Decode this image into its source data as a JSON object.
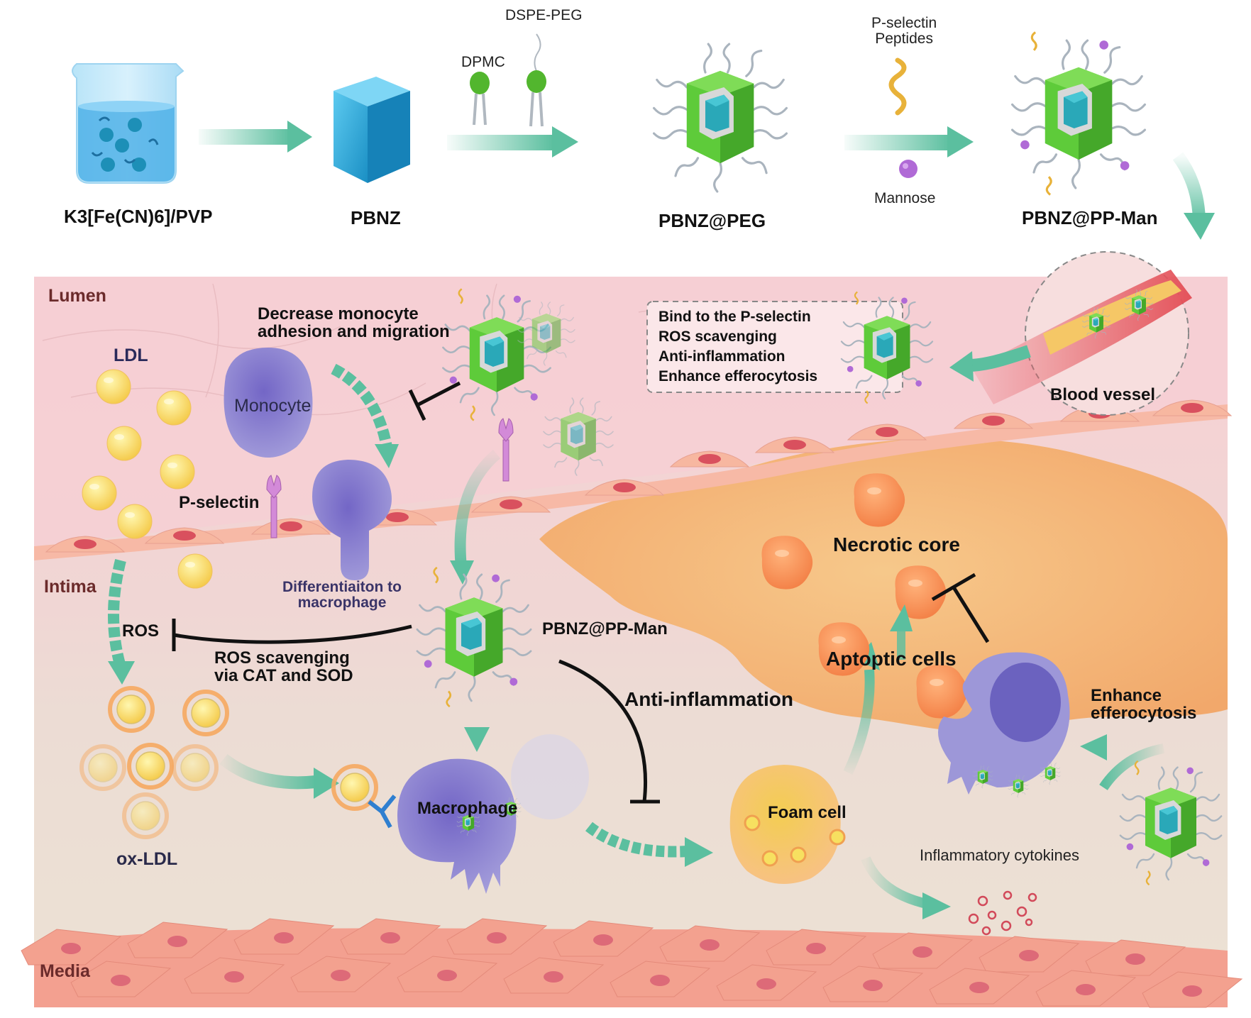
{
  "synthesis": {
    "steps": [
      {
        "label": "K3[Fe(CN)6]/PVP"
      },
      {
        "label": "PBNZ"
      },
      {
        "label": "PBNZ@PEG"
      },
      {
        "label": "PBNZ@PP-Man"
      }
    ],
    "reagents": {
      "dpmc": "DPMC",
      "dspe_peg": "DSPE-PEG",
      "p_selectin_peptides": "P-selectin\nPeptides",
      "mannose": "Mannose"
    }
  },
  "layers": {
    "lumen": "Lumen",
    "intima": "Intima",
    "media": "Media"
  },
  "lumen_labels": {
    "ldl": "LDL",
    "monocyte": "Monocyte",
    "p_selectin": "P-selectin",
    "decrease_monocyte": "Decrease monocyte\nadhesion and migration",
    "differentiation": "Differentiaiton to\nmacrophage",
    "blood_vessel": "Blood vessel"
  },
  "functions_box": {
    "items": [
      "Bind to the P-selectin",
      "ROS scavenging",
      "Anti-inflammation",
      "Enhance efferocytosis"
    ]
  },
  "intima_labels": {
    "ros": "ROS",
    "ros_scavenging": "ROS scavenging\nvia CAT and SOD",
    "nanozyme": "PBNZ@PP-Man",
    "anti_inflammation": "Anti-inflammation",
    "ox_ldl": "ox-LDL",
    "macrophage": "Macrophage",
    "foam_cell": "Foam cell",
    "inflammatory_cytokines": "Inflammatory cytokines",
    "necrotic_core": "Necrotic core",
    "apoptotic_cells": "Aptoptic cells",
    "enhance_efferocytosis": "Enhance\nefferocytosis"
  },
  "colors": {
    "arrow_teal": "#5bbf9f",
    "lumen_pink": "#f6cfd2",
    "intima_beige": "#ede3d6",
    "media_salmon": "#f09a8a",
    "plaque_orange": "#f5b76a",
    "nanozyme_green": "#5ecb3a",
    "core_cyan": "#2bb5c4",
    "monocyte_purple": "#8a84d0",
    "ldl_yellow": "#f8d85a",
    "mannose_purple": "#b06ad6",
    "peptide_gold": "#e8b23a"
  }
}
